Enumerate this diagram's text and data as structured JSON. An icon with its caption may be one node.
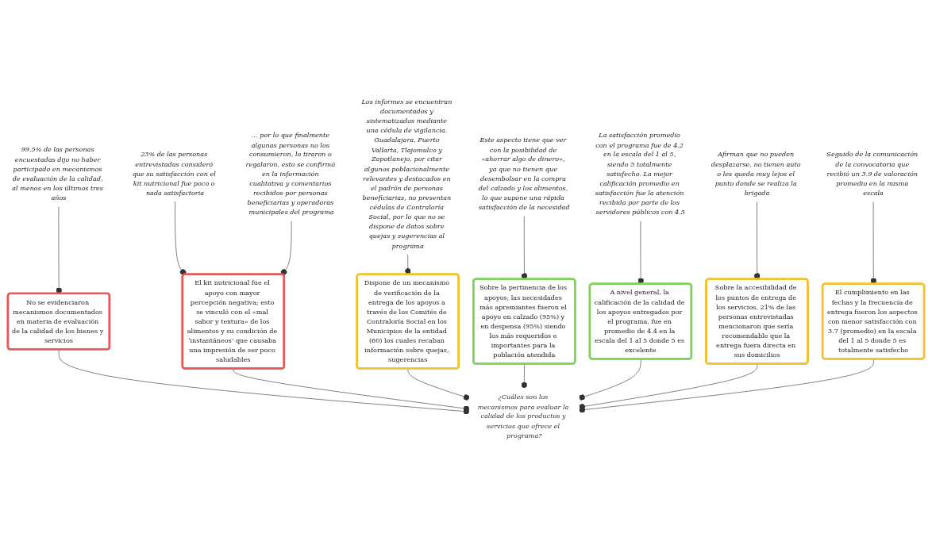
{
  "diagram": {
    "nodes": [
      {
        "text": [
          "23% de las personas entrevistadas consideró que su satisfacción con el kit nutricional fue poco o nada satisfactoria"
        ]
      },
      {
        "text": [
          "… por lo que finalmente algunas personas no los consumieron, lo tiraron o regalaron, esto se confirmó en la información cualitativa y comentarios recibidos por personas beneficiarias y operadoras municipales del programa"
        ]
      },
      {
        "text": [
          "El kit nutricional fue el apoyo con mayor percepción negativa; esto se vinculó con el «mal sabor y textura» de los alimentos y su condición de ‘instantáneos’ que causaba una impresión de ser poco saludables"
        ]
      },
      {
        "text": [
          "99.5% de las personas encuestadas dijo no haber participado en mecanismos de evaluación de la calidad, al menos en los últimos tres años"
        ]
      },
      {
        "text": [
          "No se evidenciaron mecanismos documentados en materia de evaluación de la calidad de los bienes y servicios"
        ]
      },
      {
        "text": [
          "Dispone de un mecanismo de verificación de la entrega de los apoyos a través de los Comités de Contraloría Social en los Municipios de la entidad (60) los cuales recaban información sobre quejas, sugerencias"
        ]
      },
      {
        "text": [
          "Los informes se encuentran documentados y sistematizados mediante una cédula de vigilancia. Guadalajara, Puerto Vallarta, Tlajomulco y Zapotlanejo, por citar algunos poblacionalmente relevantes y destacados en el padrón de personas beneficiarias, no presentan cédulas de Contraloría Social, por lo que no se dispone de datos sobre quejas y sugerencias al programa"
        ]
      },
      {
        "text": [
          "¿Cuáles son los mecanismos para evaluar la calidad de los productos y servicios que ofrece el programa?"
        ]
      },
      {
        "text": [
          "Sobre la pertinencia de los apoyos; las necesidades más apremiantes fueron el apoyo en calzado (95%) y en despensa (95%) siendo los más requeridos e importantes para la población atendida"
        ]
      },
      {
        "text": [
          "El cumplimiento en las fechas y la frecuencia de entrega fueron los aspectos con menor satisfacción con 3.7 (promedio) en la escala del 1 al 5 donde 5 es totalmente satisfecho"
        ]
      },
      {
        "text": [
          "Este aspecto tiene que ver con la posibilidad de «ahorrar algo de dinero», ya que no tienen que desembolsar en la compra del calzado y los alimentos, lo que supone una rápida satisfacción de la necesidad"
        ]
      },
      {
        "text": [
          "A nivel general, la calificación de la calidad de los apoyos entregados por el programa, fue en promedio de 4.4 en la escala del 1 al 5 donde 5 es excelente"
        ]
      },
      {
        "text": [
          "Sobre la accesibilidad de los puntos de entrega de los servicios, 21% de las personas entrevistadas mencionaron que sería recomendable que la entrega fuera directa en sus domicilios"
        ]
      },
      {
        "text": [
          "Seguido de la comunicación de la convocatoria que recibió un 3.9 de valoración promedio en la misma escala"
        ]
      },
      {
        "text": [
          "La satisfacción promedio con el programa fue de 4.2 en la escala del 1 al 5, siendo 5 totalmente satisfecho. La mejor calificación promedio en satisfacción fue la atención recibida por parte de los servidores públicos con 4.5"
        ]
      },
      {
        "text": [
          "Afirman que no pueden desplazarse, no tienen auto o les queda muy lejos el punto donde se realiza la brigada"
        ]
      }
    ],
    "edges": [
      {
        "from": 0,
        "to": 2,
        "arrow": "other"
      },
      {
        "from": 1,
        "to": 2,
        "arrow": "other"
      },
      {
        "from": 3,
        "to": 4,
        "arrow": "other"
      },
      {
        "from": 6,
        "to": 5,
        "arrow": "other"
      },
      {
        "from": 10,
        "to": 8,
        "arrow": "other"
      },
      {
        "from": 13,
        "to": 9,
        "arrow": "other"
      },
      {
        "from": 14,
        "to": 11,
        "arrow": "other"
      },
      {
        "from": 15,
        "to": 12,
        "arrow": "other"
      },
      {
        "from": 4,
        "to": 7,
        "arrow": "other"
      },
      {
        "from": 2,
        "to": 7,
        "arrow": "other"
      },
      {
        "from": 5,
        "to": 7,
        "arrow": "other"
      },
      {
        "from": 8,
        "to": 7,
        "arrow": "other"
      },
      {
        "from": 11,
        "to": 7,
        "arrow": "other"
      },
      {
        "from": 12,
        "to": 7,
        "arrow": "other"
      },
      {
        "from": 9,
        "to": 7,
        "arrow": "other"
      }
    ]
  }
}
